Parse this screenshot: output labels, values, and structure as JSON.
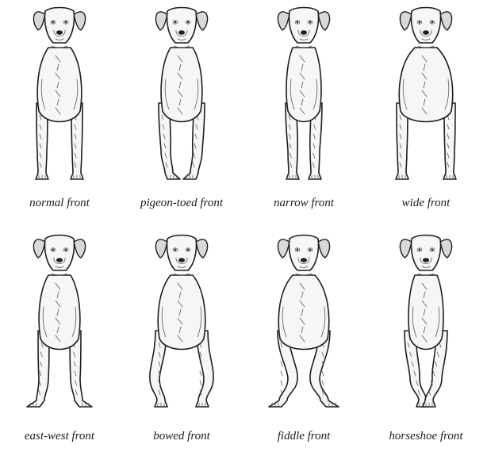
{
  "diagrams": [
    {
      "caption": "normal front"
    },
    {
      "caption": "pigeon-toed front"
    },
    {
      "caption": "narrow front"
    },
    {
      "caption": "wide front"
    },
    {
      "caption": "east-west front"
    },
    {
      "caption": "bowed front"
    },
    {
      "caption": "fiddle front"
    },
    {
      "caption": "horseshoe front"
    }
  ]
}
